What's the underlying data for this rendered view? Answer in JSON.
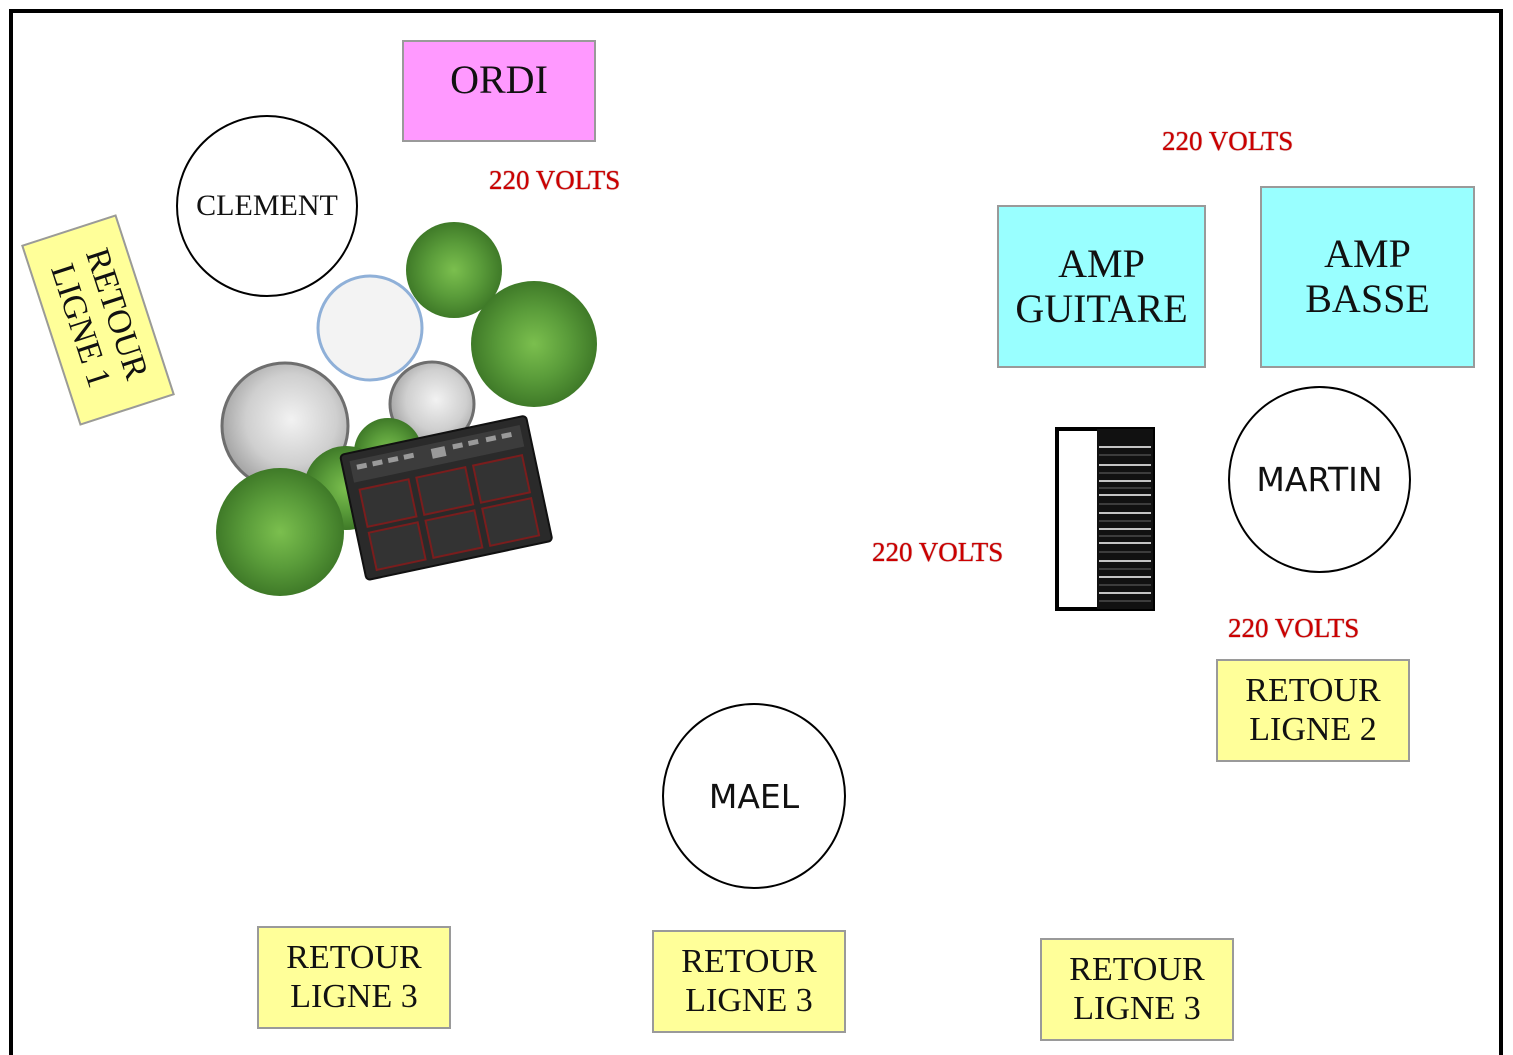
{
  "people": {
    "clement": "CLEMENT",
    "martin": "MARTIN",
    "mael": "MAEL"
  },
  "equipment": {
    "ordi": "ORDI",
    "amp_guitare": [
      "AMP",
      "GUITARE"
    ],
    "amp_basse": [
      "AMP",
      "BASSE"
    ]
  },
  "monitors": {
    "ligne1": [
      "RETOUR",
      "LIGNE 1"
    ],
    "ligne2": [
      "RETOUR",
      "LIGNE 2"
    ],
    "ligne3_left": [
      "RETOUR",
      "LIGNE 3"
    ],
    "ligne3_center": [
      "RETOUR",
      "LIGNE 3"
    ],
    "ligne3_right": [
      "RETOUR",
      "LIGNE 3"
    ]
  },
  "power": {
    "near_ordi": "220 VOLTS",
    "top_right": "220 VOLTS",
    "near_keyboard": "220 VOLTS",
    "near_martin": "220 VOLTS"
  },
  "colors": {
    "monitor_fill": "#ffff99",
    "amp_fill": "#99ffff",
    "ordi_fill": "#ff99ff",
    "power_text": "#cc0000",
    "drum_green": "#4f8f34",
    "cymbal_grey": "#c8c8c8"
  },
  "icons": [
    "drum-kit-icon",
    "drum-pad-icon",
    "keyboard-icon"
  ]
}
